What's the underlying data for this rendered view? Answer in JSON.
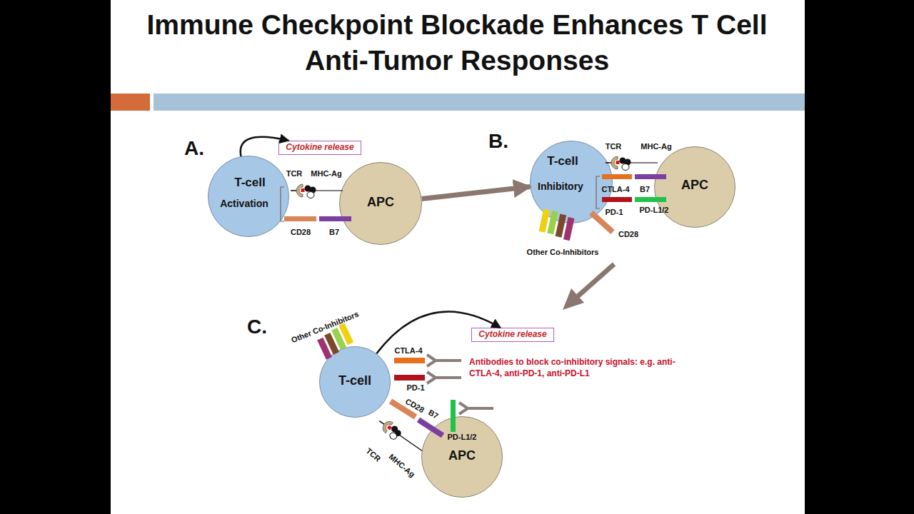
{
  "diagram": {
    "title": "Immune Checkpoint Blockade Enhances T Cell Anti-Tumor Responses",
    "nodes": [
      {
        "text": [
          "T-cell",
          "Activation"
        ]
      },
      {
        "text": [
          "Cytokine release"
        ]
      },
      {
        "text": [
          "APC"
        ]
      },
      {
        "text": [
          "T-cell",
          "Inhibitory"
        ]
      },
      {
        "text": [
          "APC"
        ]
      },
      {
        "text": [
          "T-cell"
        ]
      },
      {
        "text": [
          "Cytokine release"
        ]
      },
      {
        "text": [
          "APC"
        ]
      }
    ],
    "edges": [
      {
        "from": 0,
        "to": 1,
        "arrow": "to"
      },
      {
        "from": 2,
        "to": 3,
        "arrow": "to"
      },
      {
        "from": 5,
        "to": 6,
        "arrow": "to"
      }
    ],
    "labels": [
      "A.",
      "TCR",
      "MHC-Ag",
      "CD28",
      "B7",
      "B.",
      "TCR",
      "MHC-Ag",
      "CTLA-4",
      "B7",
      "PD-1",
      "PD-L1/2",
      "CD28",
      "Other Co-Inhibitors",
      "C.",
      "Other Co-Inhibitors",
      "CTLA-4",
      "PD-1",
      "Antibodies to block co-inhibitory signals: e.g. anti-CTLA-4, anti-PD-1, anti-PD-L1",
      "CD28",
      "B7",
      "PD-L1/2",
      "TCR",
      "MHC-Ag"
    ]
  }
}
